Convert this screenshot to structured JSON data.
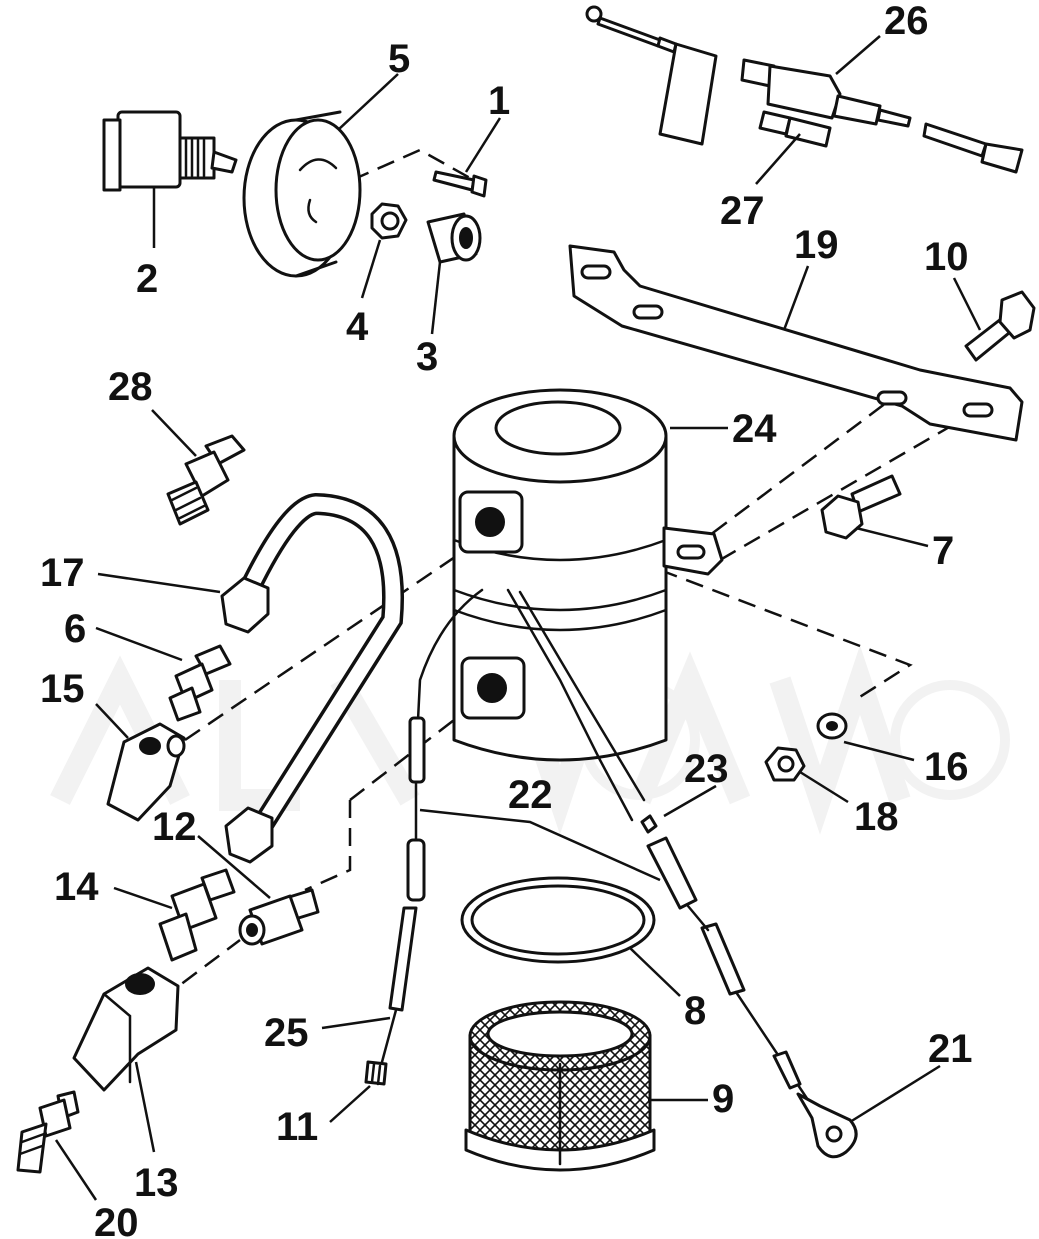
{
  "callouts": {
    "c1": "1",
    "c2": "2",
    "c3": "3",
    "c4": "4",
    "c5": "5",
    "c6": "6",
    "c7": "7",
    "c8": "8",
    "c9": "9",
    "c10": "10",
    "c11": "11",
    "c12": "12",
    "c13": "13",
    "c14": "14",
    "c15": "15",
    "c16": "16",
    "c17": "17",
    "c18": "18",
    "c19": "19",
    "c20": "20",
    "c21": "21",
    "c22": "22",
    "c23": "23",
    "c24": "24",
    "c25": "25",
    "c26": "26",
    "c27": "27",
    "c28": "28"
  },
  "colors": {
    "line": "#111111",
    "background": "#ffffff",
    "watermark": "#e6e6e6"
  }
}
